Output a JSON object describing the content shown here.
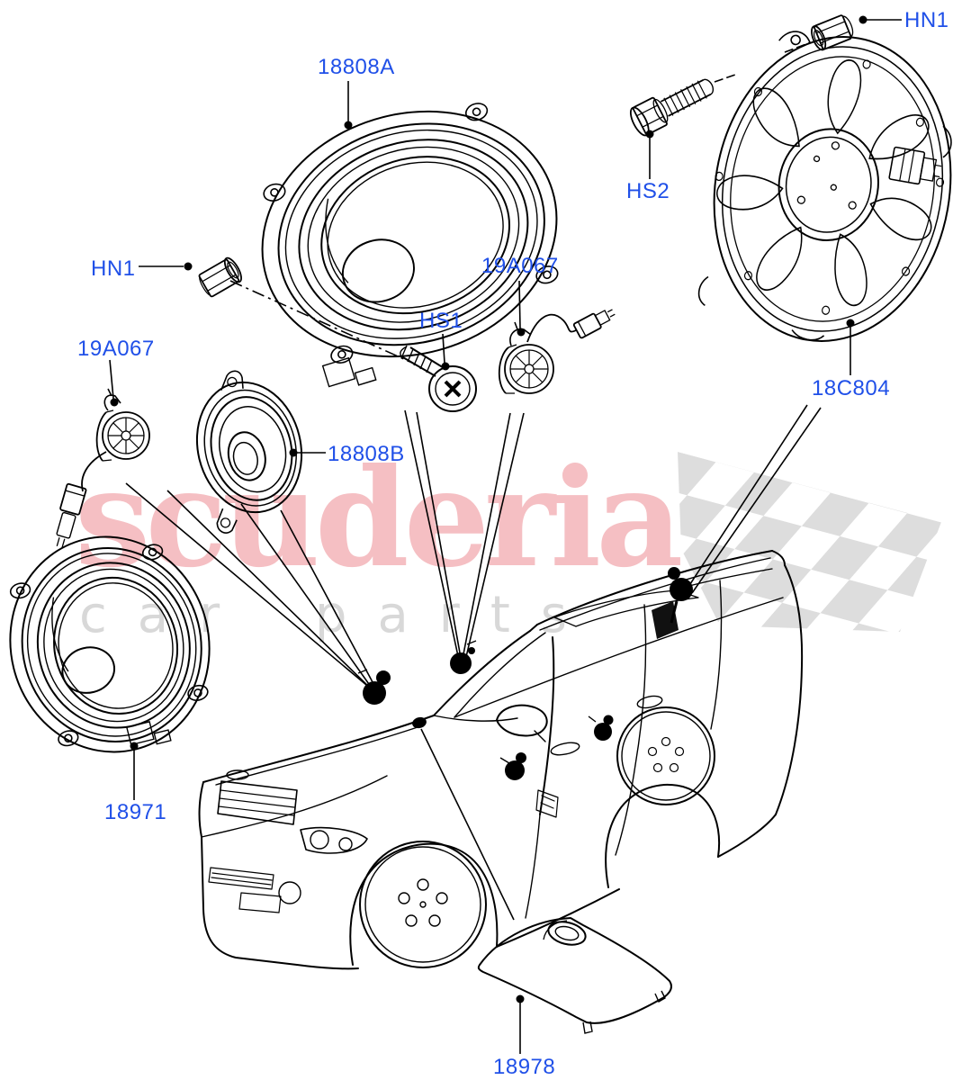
{
  "watermark": {
    "title": "scuderia",
    "subtitle": "car parts",
    "title_color": "#f5bfc3",
    "subtitle_color": "#d8d8d8",
    "flag_color": "#d9d9d9"
  },
  "colors": {
    "label": "#2050e8",
    "line": "#000000",
    "background": "#ffffff"
  },
  "callouts": [
    {
      "part": "front-door-speaker-assembly",
      "text": "18808A"
    },
    {
      "part": "speaker-fixing-nut-left",
      "text": "HN1"
    },
    {
      "part": "tweeter-left",
      "text": "19A067"
    },
    {
      "part": "tweeter-screw",
      "text": "HS1"
    },
    {
      "part": "tweeter-centre",
      "text": "19A067"
    },
    {
      "part": "door-speaker-mid",
      "text": "18808B"
    },
    {
      "part": "subwoofer-bolt",
      "text": "HS2"
    },
    {
      "part": "subwoofer-nut-right",
      "text": "HN1"
    },
    {
      "part": "subwoofer-speaker",
      "text": "18C804"
    },
    {
      "part": "door-speaker-large",
      "text": "18971"
    },
    {
      "part": "subwoofer-cover",
      "text": "18978"
    }
  ]
}
